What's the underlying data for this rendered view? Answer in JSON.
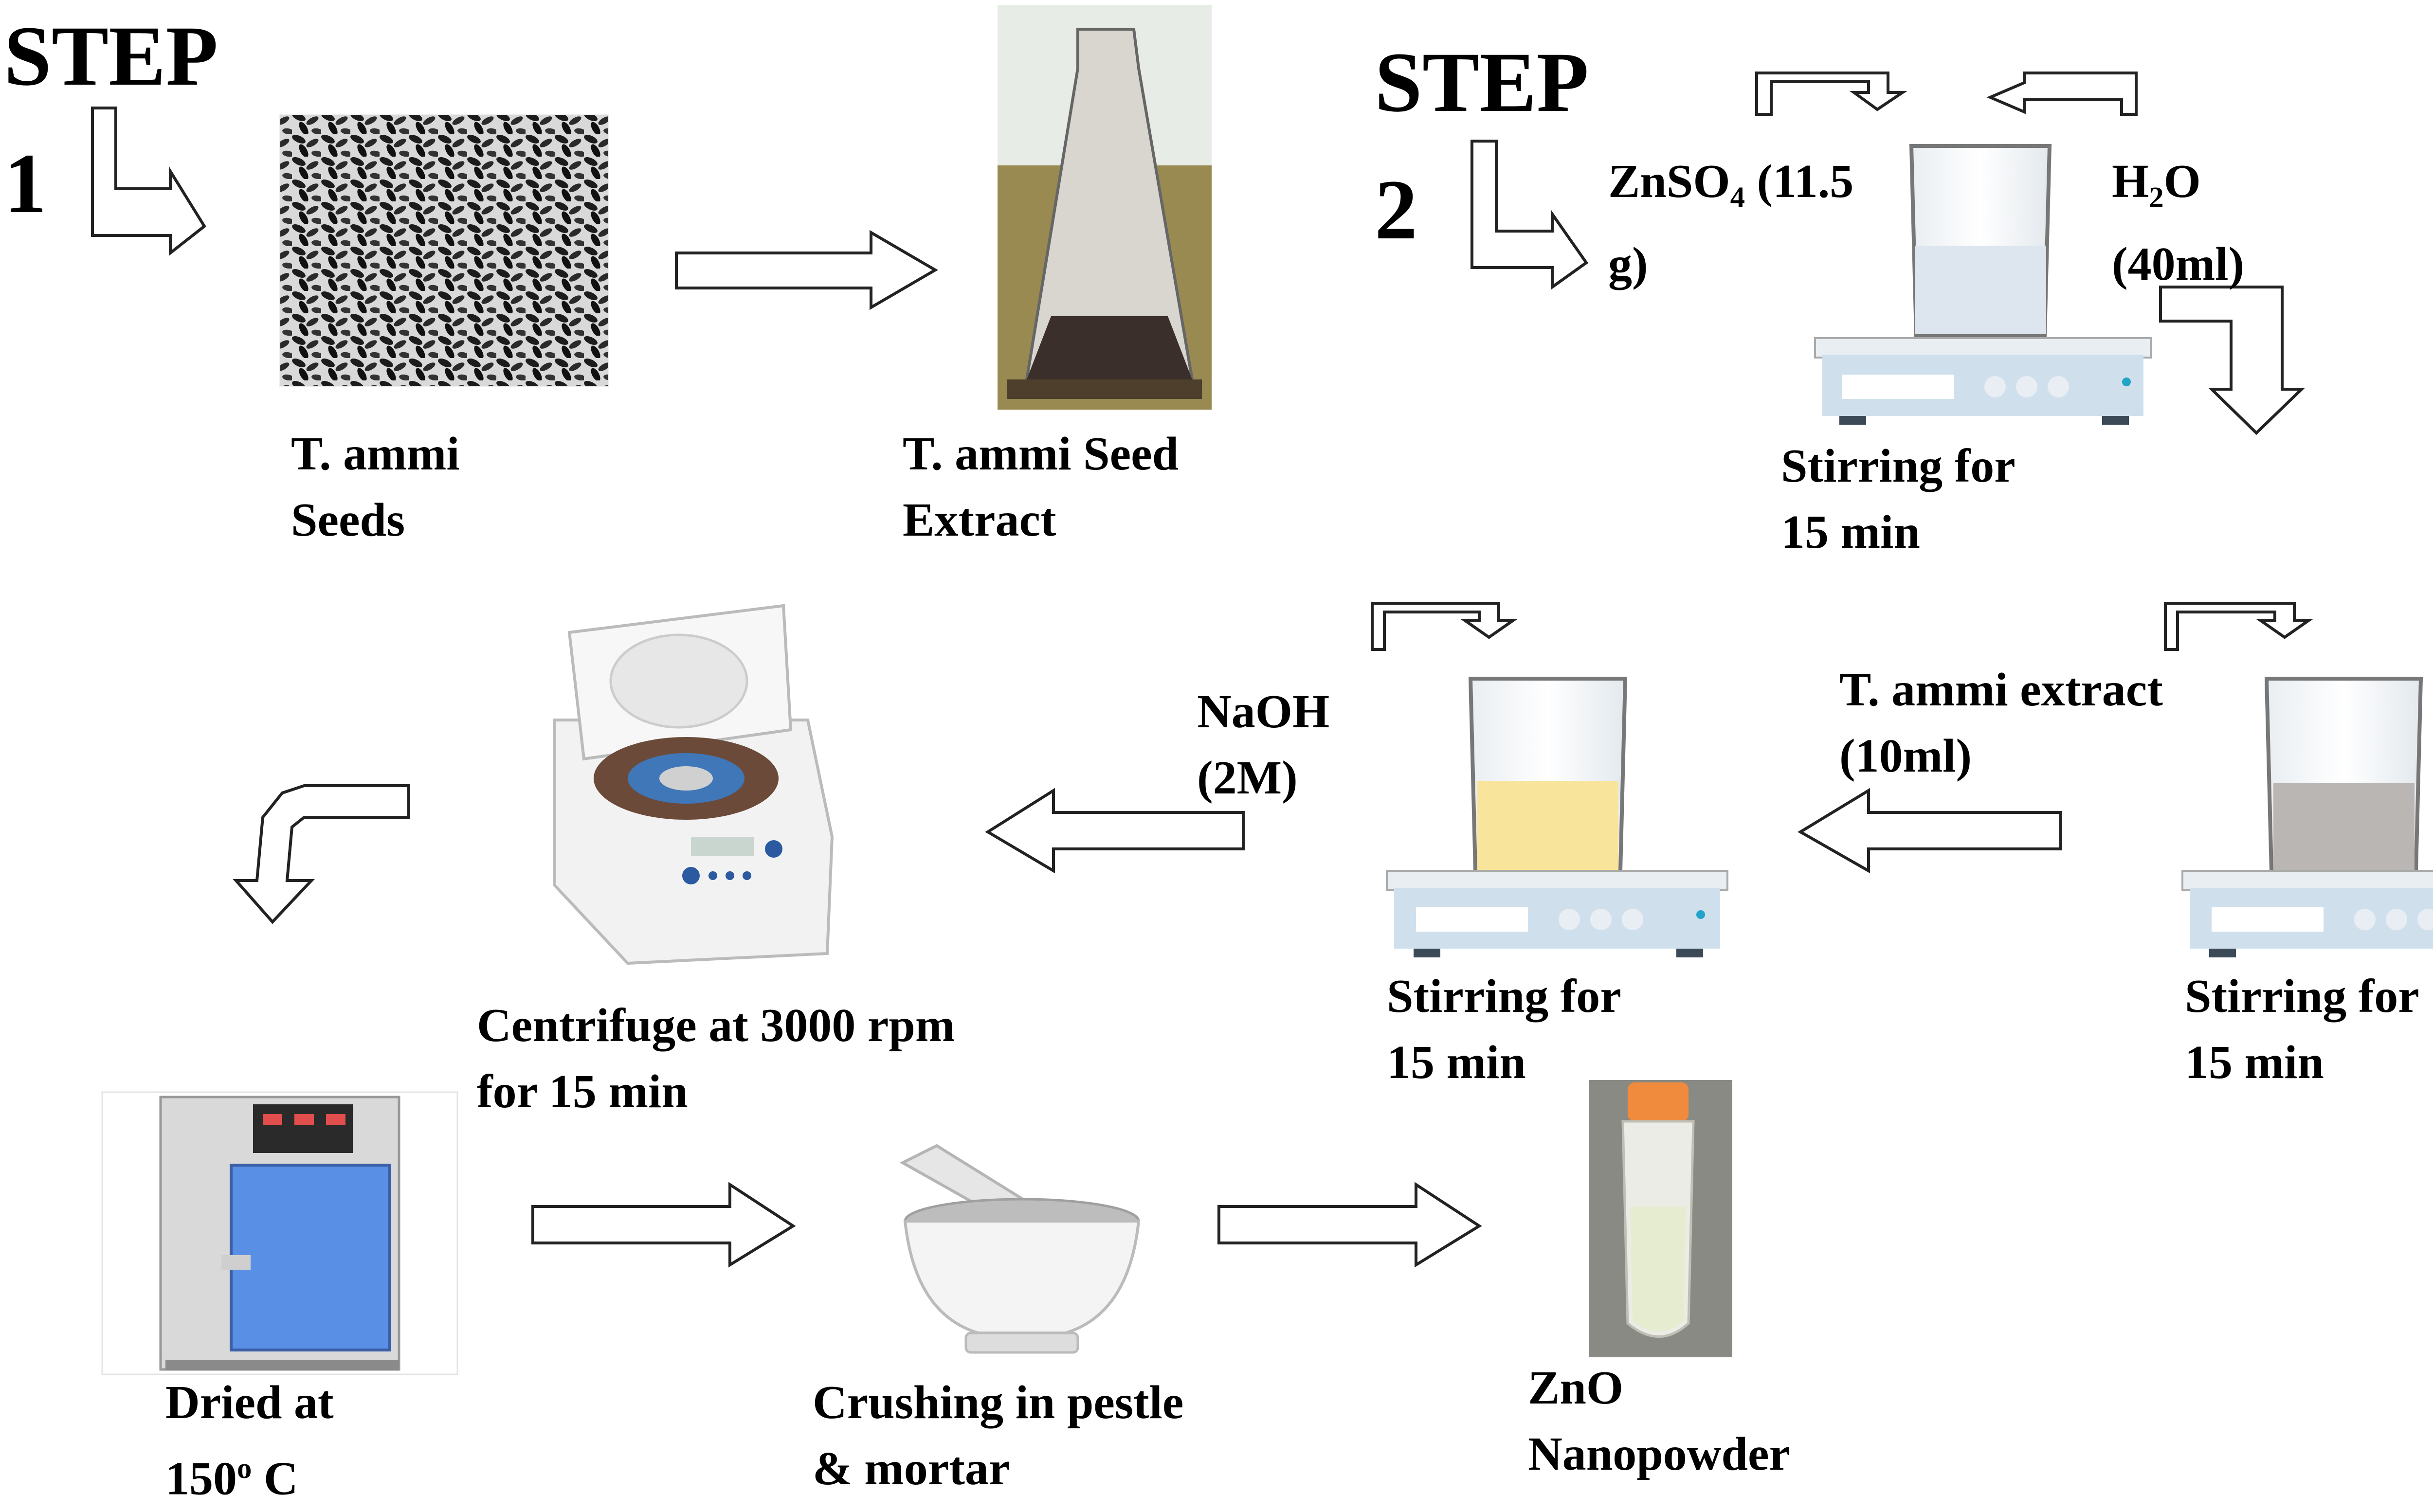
{
  "step1": {
    "word": "STEP",
    "num": "1"
  },
  "step2": {
    "word": "STEP",
    "num": "2"
  },
  "labels": {
    "seeds_l1": "T. ammi",
    "seeds_l2": "Seeds",
    "extract_l1": "T. ammi Seed",
    "extract_l2": "Extract",
    "znso4_pre": "ZnSO",
    "znso4_sub": "4",
    "znso4_post": " (11.5",
    "znso4_l2": "g)",
    "h2o_pre": "H",
    "h2o_sub": "2",
    "h2o_post": "O",
    "h2o_l2": "(40ml)",
    "stir1_l1": "Stirring for",
    "stir1_l2": "15 min",
    "extract_add_l1": "T. ammi extract",
    "extract_add_l2": "(10ml)",
    "stir2_l1": "Stirring for",
    "stir2_l2": "15 min",
    "naoh_l1": "NaOH",
    "naoh_l2": "(2M)",
    "stir3_l1": "Stirring for",
    "stir3_l2": "15 min",
    "centrifuge_l1": "Centrifuge at 3000 rpm",
    "centrifuge_l2": "for 15 min",
    "dried_l1": "Dried at",
    "dried_pre": "150",
    "dried_sup": "o",
    "dried_post": " C",
    "crush_l1": "Crushing in pestle",
    "crush_l2": "& mortar",
    "zno_l1": "ZnO",
    "zno_l2": "Nanopowder"
  },
  "colors": {
    "yellow_solution": "#f8e49a",
    "grey_solution": "#b9b6b4",
    "clear_solution": "#dde6ee",
    "stirrer_body": "#cfe0ec",
    "oven_door": "#5a8fe6",
    "tube_cap": "#f08a3c"
  }
}
